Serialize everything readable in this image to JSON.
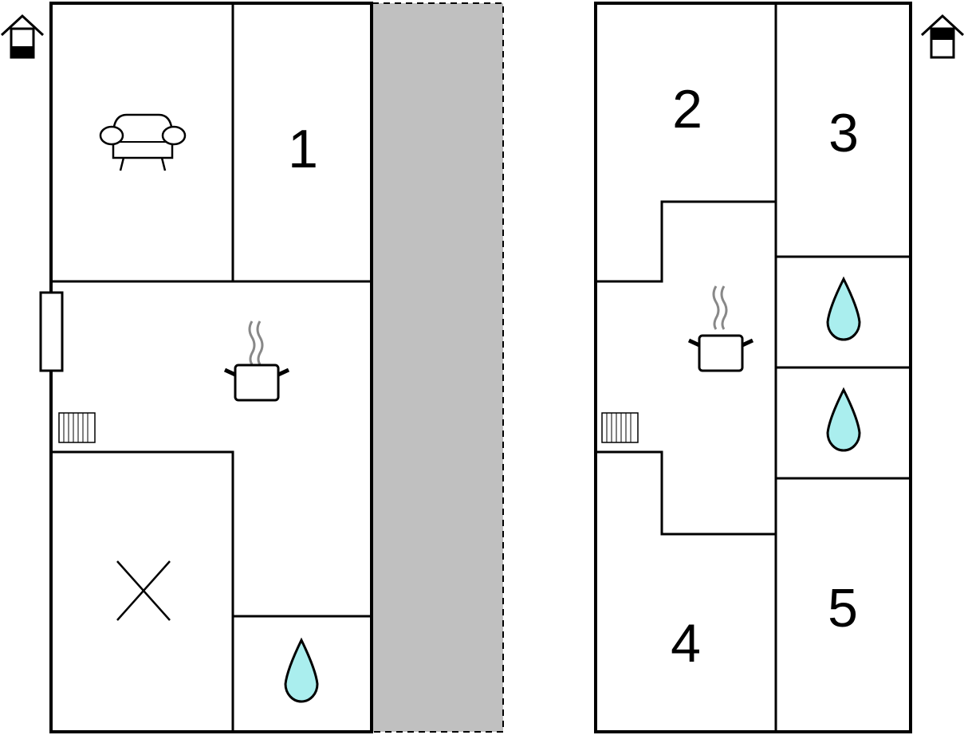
{
  "floors": [
    {
      "name": "ground",
      "rooms": [
        {
          "id": "living",
          "icon": "sofa-icon"
        },
        {
          "id": "bedroom-1",
          "label": "1"
        },
        {
          "id": "kitchen",
          "icon": "cooking-pot-icon"
        },
        {
          "id": "entry",
          "icon": "x-mark-icon"
        },
        {
          "id": "bathroom-a",
          "icon": "water-drop-icon"
        }
      ],
      "floor_icon": "house-ground-floor-icon"
    },
    {
      "name": "upper",
      "rooms": [
        {
          "id": "bedroom-2",
          "label": "2"
        },
        {
          "id": "bedroom-3",
          "label": "3"
        },
        {
          "id": "kitchenette",
          "icon": "cooking-pot-icon"
        },
        {
          "id": "bathroom-b",
          "icon": "water-drop-icon"
        },
        {
          "id": "bathroom-c",
          "icon": "water-drop-icon"
        },
        {
          "id": "bedroom-4",
          "label": "4"
        },
        {
          "id": "bedroom-5",
          "label": "5"
        }
      ],
      "floor_icon": "house-upper-floor-icon"
    }
  ],
  "colors": {
    "wall": "#000000",
    "water": "#aaeeee",
    "gallery": "#c0c0c0",
    "steam": "#888888"
  }
}
